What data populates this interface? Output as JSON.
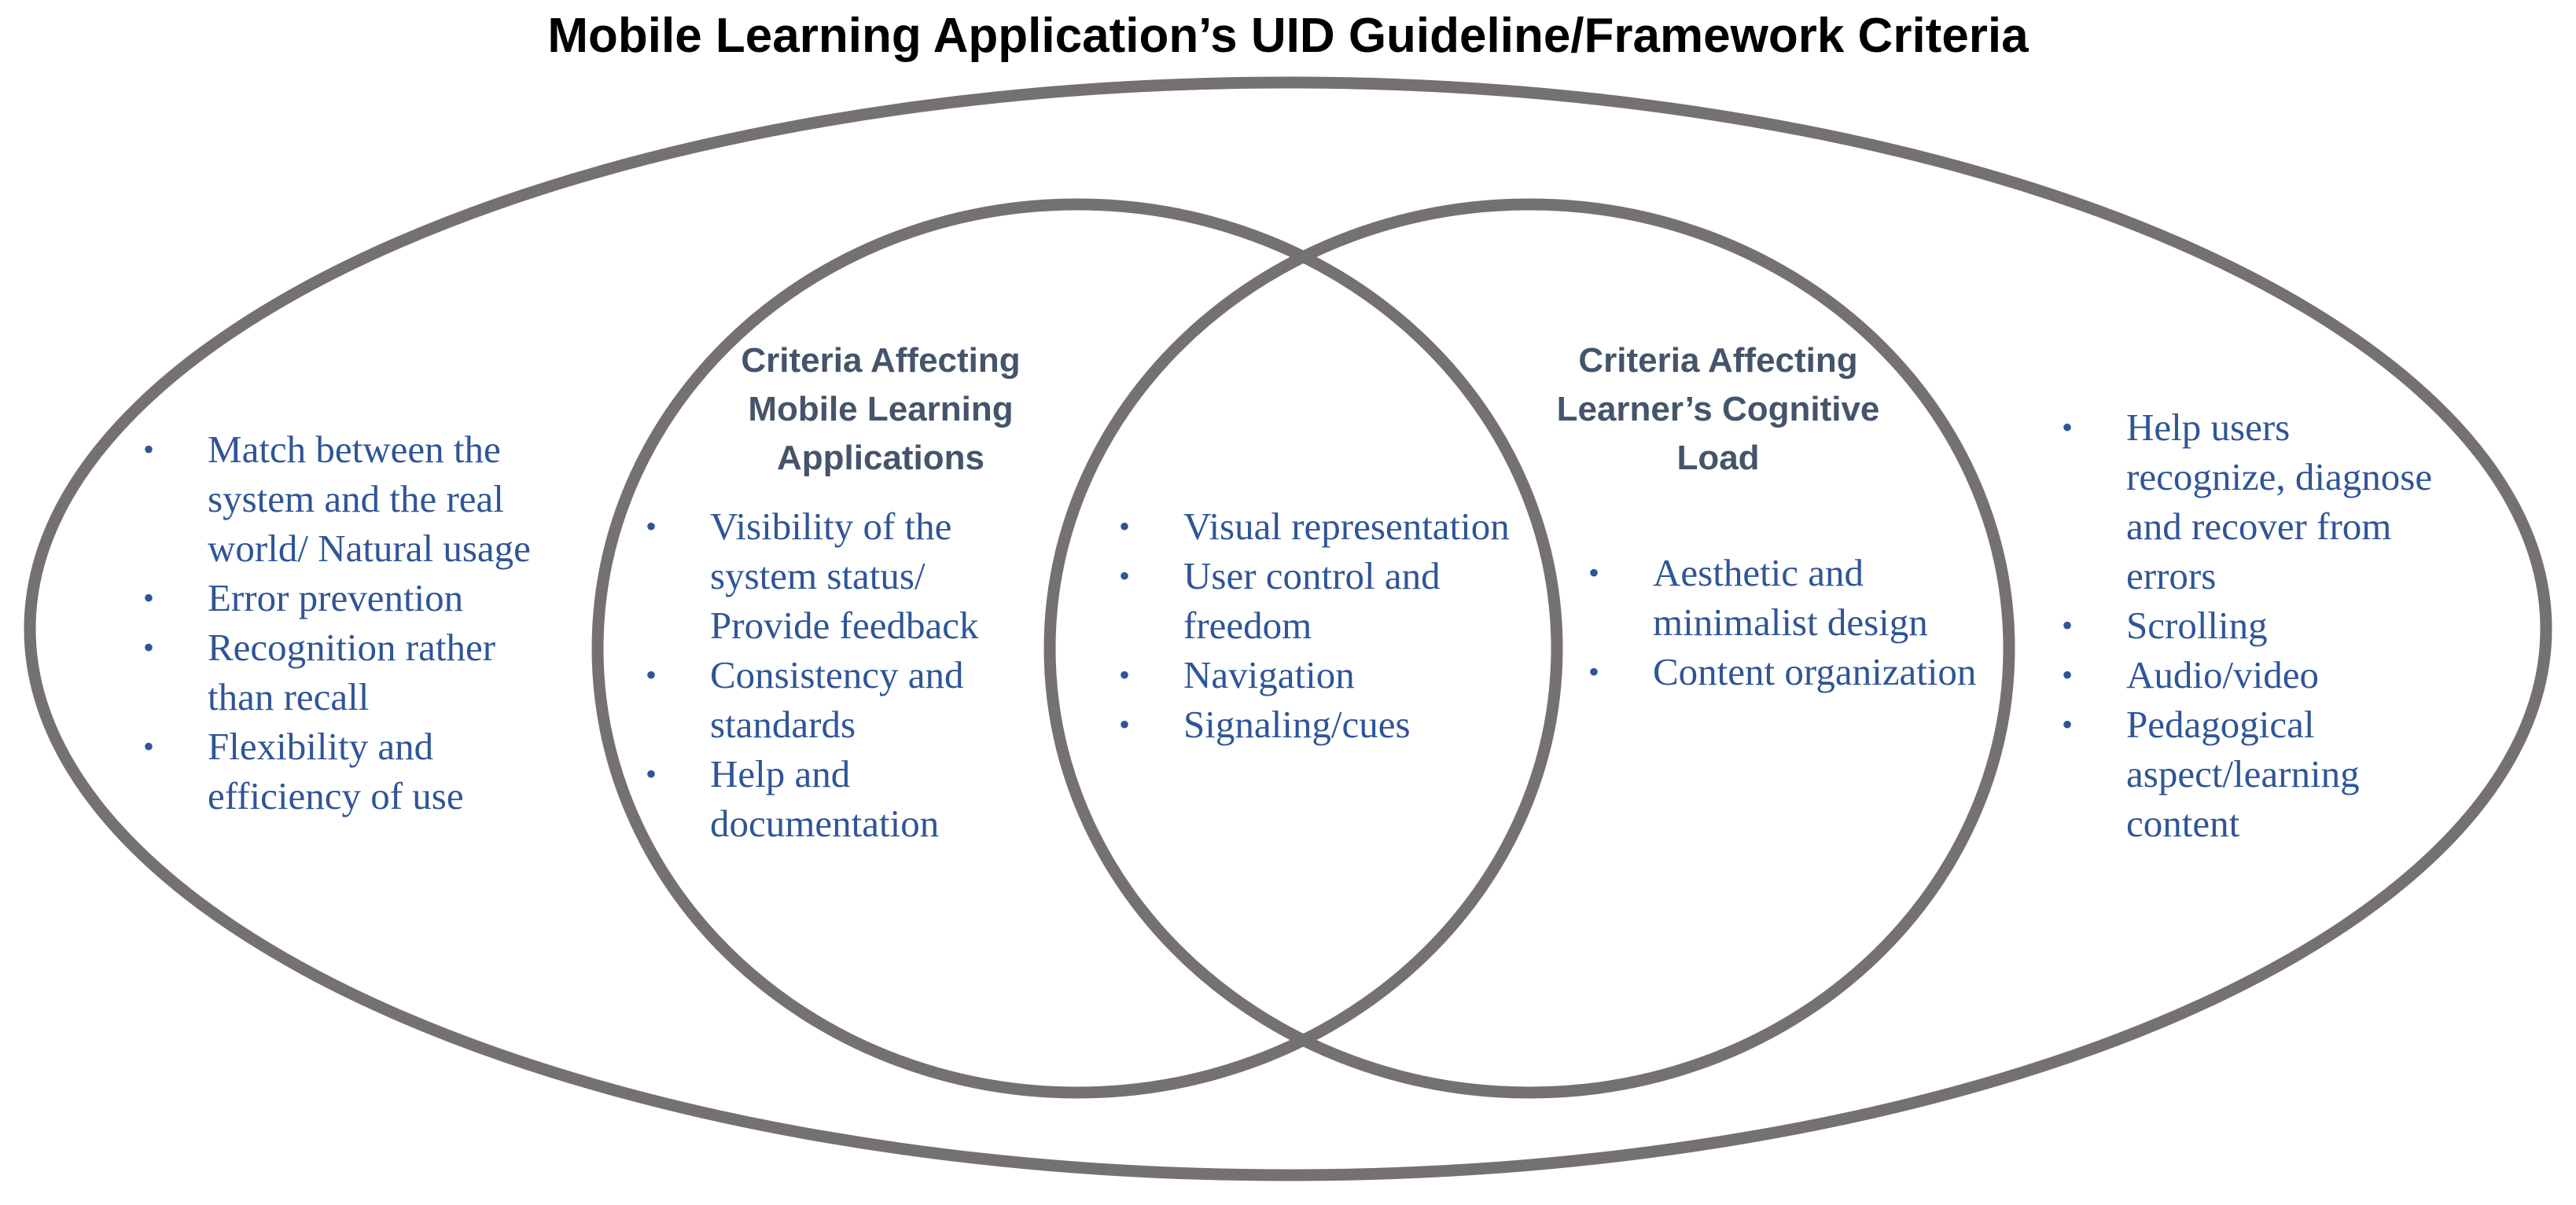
{
  "title": "Mobile Learning Application’s UID Guideline/Framework Criteria",
  "colors": {
    "outline": "#757171",
    "heading": "#44546a",
    "item": "#2f5597",
    "background": "#ffffff"
  },
  "regions": {
    "outer_left": {
      "items": [
        "Match between the system and the real world/ Natural usage",
        "Error prevention",
        "Recognition rather than recall",
        "Flexibility and efficiency of use"
      ]
    },
    "mobile_learning": {
      "heading_lines": [
        "Criteria Affecting",
        "Mobile Learning",
        "Applications"
      ],
      "items": [
        "Visibility of the system status/ Provide feedback",
        "Consistency and standards",
        "Help and documentation"
      ]
    },
    "overlap": {
      "items": [
        "Visual representation",
        "User control and freedom",
        "Navigation",
        "Signaling/cues"
      ]
    },
    "cognitive_load": {
      "heading_lines": [
        "Criteria Affecting",
        "Learner’s Cognitive",
        "Load"
      ],
      "items": [
        "Aesthetic and minimalist design",
        "Content organization"
      ]
    },
    "outer_right": {
      "items": [
        "Help users recognize, diagnose and recover from errors",
        "Scrolling",
        "Audio/video",
        "Pedagogical aspect/learning content"
      ]
    }
  }
}
